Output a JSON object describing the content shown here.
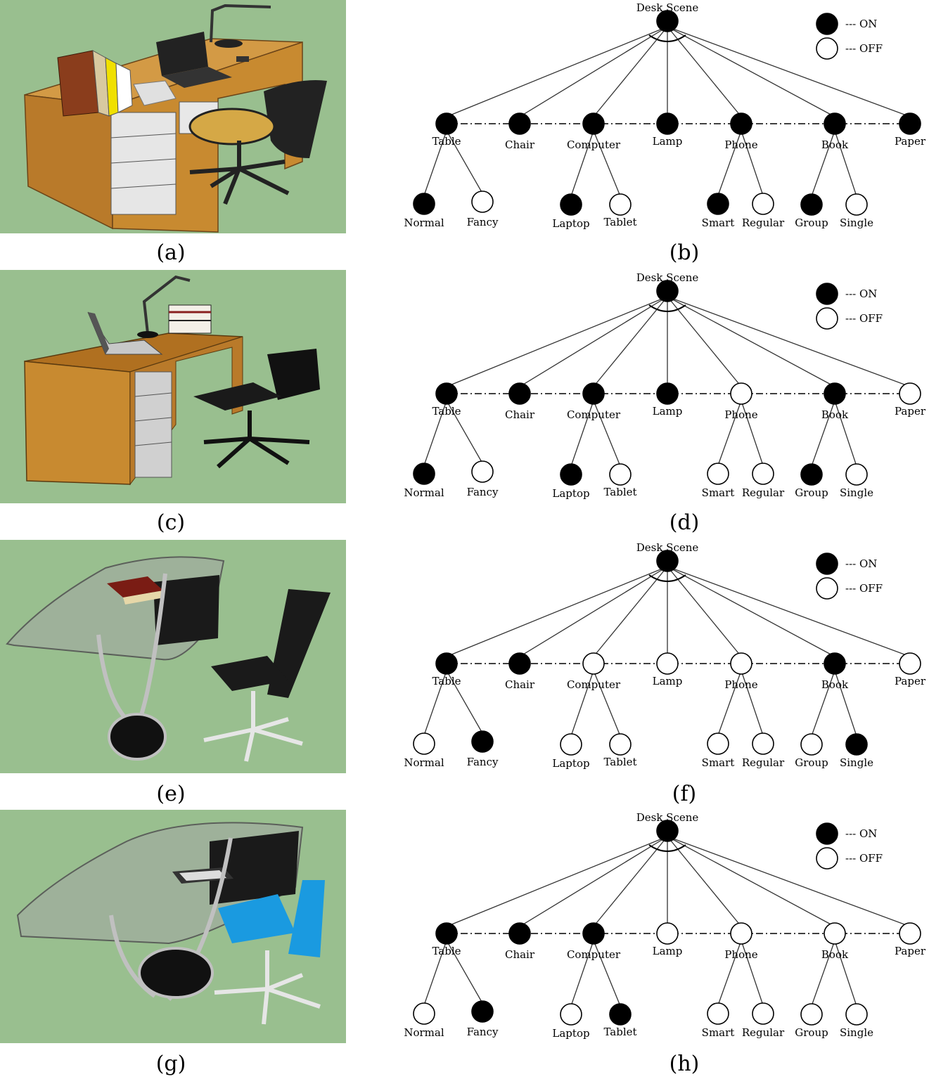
{
  "colors": {
    "scene_bg": "#99bf8f",
    "on": "#000000",
    "off": "#ffffff",
    "line": "#333333",
    "wood": "#c88a30",
    "glass": "#9fb09c"
  },
  "legend": {
    "on_label": "--- ON",
    "off_label": "--- OFF"
  },
  "node_labels": {
    "root": "Desk Scene",
    "table": "Table",
    "chair": "Chair",
    "computer": "Computer",
    "lamp": "Lamp",
    "phone": "Phone",
    "book": "Book",
    "paper": "Paper",
    "normal": "Normal",
    "fancy": "Fancy",
    "laptop": "Laptop",
    "tablet": "Tablet",
    "smart": "Smart",
    "regular": "Regular",
    "group": "Group",
    "single": "Single"
  },
  "panels": [
    {
      "scene_caption": "(a)",
      "diagram_caption": "(b)",
      "scene_image": "wooden desk with books, laptop, lamp, phone, papers and mesh office chair",
      "states": {
        "root": true,
        "table": true,
        "chair": true,
        "computer": true,
        "lamp": true,
        "phone": true,
        "book": true,
        "paper": true,
        "normal": true,
        "fancy": false,
        "laptop": true,
        "tablet": false,
        "smart": true,
        "regular": false,
        "group": true,
        "single": false
      }
    },
    {
      "scene_caption": "(c)",
      "diagram_caption": "(d)",
      "scene_image": "wooden desk with laptop, desk lamp, book stack and black office chair",
      "states": {
        "root": true,
        "table": true,
        "chair": true,
        "computer": true,
        "lamp": true,
        "phone": false,
        "book": true,
        "paper": false,
        "normal": true,
        "fancy": false,
        "laptop": true,
        "tablet": false,
        "smart": false,
        "regular": false,
        "group": true,
        "single": false
      }
    },
    {
      "scene_caption": "(e)",
      "diagram_caption": "(f)",
      "scene_image": "glass fancy desk with single book and black office chair",
      "states": {
        "root": true,
        "table": true,
        "chair": true,
        "computer": false,
        "lamp": false,
        "phone": false,
        "book": true,
        "paper": false,
        "normal": false,
        "fancy": true,
        "laptop": false,
        "tablet": false,
        "smart": false,
        "regular": false,
        "group": false,
        "single": true
      }
    },
    {
      "scene_caption": "(g)",
      "diagram_caption": "(h)",
      "scene_image": "glass fancy desk with tablet and blue office chair",
      "states": {
        "root": true,
        "table": true,
        "chair": true,
        "computer": true,
        "lamp": false,
        "phone": false,
        "book": false,
        "paper": false,
        "normal": false,
        "fancy": true,
        "laptop": false,
        "tablet": true,
        "smart": false,
        "regular": false,
        "group": false,
        "single": false
      }
    }
  ]
}
